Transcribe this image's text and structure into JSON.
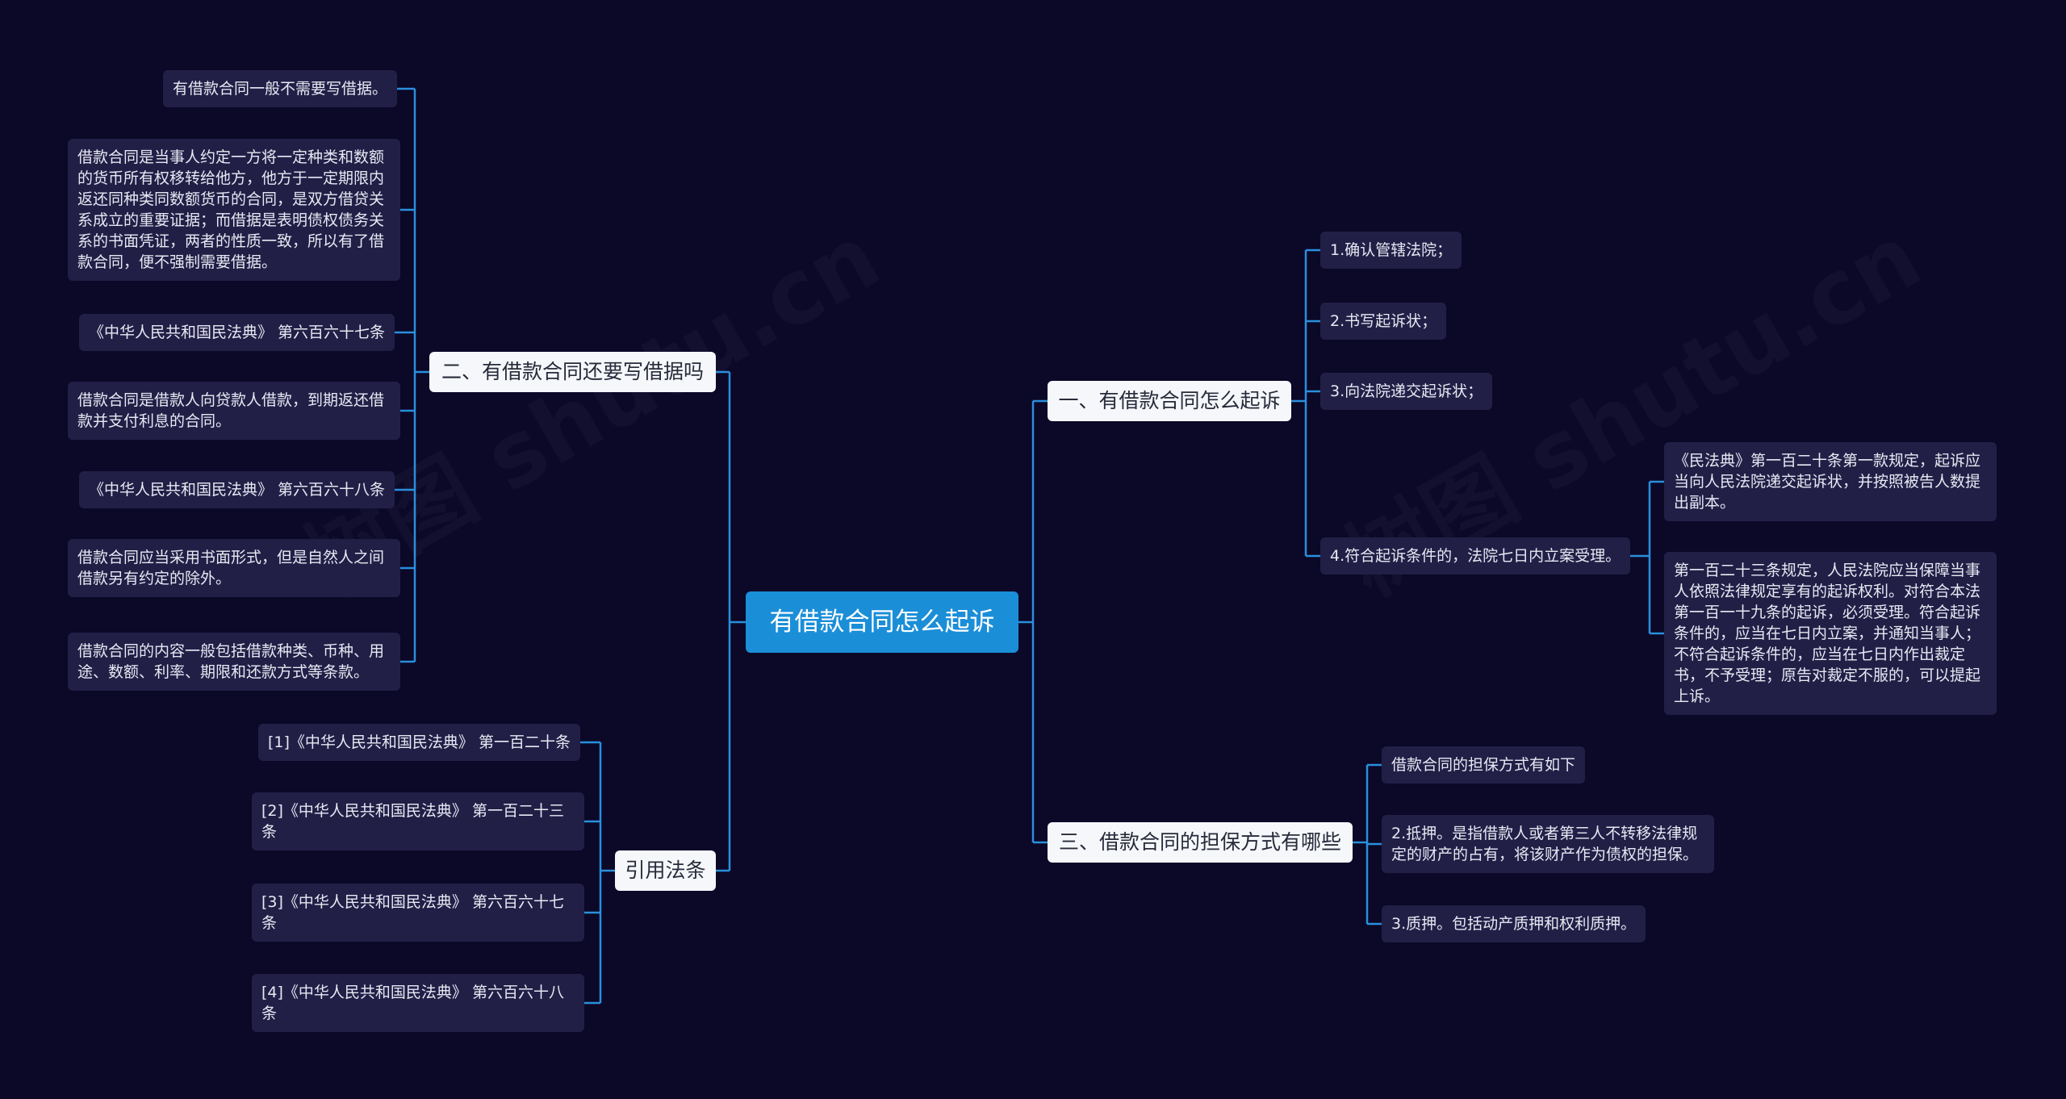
{
  "watermark": "树图 shutu.cn",
  "root": {
    "label": "有借款合同怎么起诉"
  },
  "branches": {
    "b1": {
      "label": "一、有借款合同怎么起诉",
      "children": [
        "1.确认管辖法院；",
        "2.书写起诉状；",
        "3.向法院递交起诉状；",
        "4.符合起诉条件的，法院七日内立案受理。"
      ],
      "sub": [
        "《民法典》第一百二十条第一款规定，起诉应当向人民法院递交起诉状，并按照被告人数提出副本。",
        "第一百二十三条规定，人民法院应当保障当事人依照法律规定享有的起诉权利。对符合本法第一百一十九条的起诉，必须受理。符合起诉条件的，应当在七日内立案，并通知当事人；不符合起诉条件的，应当在七日内作出裁定书，不予受理；原告对裁定不服的，可以提起上诉。"
      ]
    },
    "b2": {
      "label": "二、有借款合同还要写借据吗",
      "children": [
        "有借款合同一般不需要写借据。",
        "借款合同是当事人约定一方将一定种类和数额的货币所有权移转给他方，他方于一定期限内返还同种类同数额货币的合同，是双方借贷关系成立的重要证据；而借据是表明债权债务关系的书面凭证，两者的性质一致，所以有了借款合同，便不强制需要借据。",
        "《中华人民共和国民法典》 第六百六十七条",
        "借款合同是借款人向贷款人借款，到期返还借款并支付利息的合同。",
        "《中华人民共和国民法典》 第六百六十八条",
        "借款合同应当采用书面形式，但是自然人之间借款另有约定的除外。",
        "借款合同的内容一般包括借款种类、币种、用途、数额、利率、期限和还款方式等条款。"
      ]
    },
    "b3": {
      "label": "三、借款合同的担保方式有哪些",
      "children": [
        "借款合同的担保方式有如下",
        "2.抵押。是指借款人或者第三人不转移法律规定的财产的占有，将该财产作为债权的担保。",
        "3.质押。包括动产质押和权利质押。"
      ]
    },
    "b4": {
      "label": "引用法条",
      "children": [
        "[1]《中华人民共和国民法典》 第一百二十条",
        "[2]《中华人民共和国民法典》 第一百二十三条",
        "[3]《中华人民共和国民法典》 第六百六十七条",
        "[4]《中华人民共和国民法典》 第六百六十八条"
      ]
    }
  },
  "colors": {
    "background": "#0b0828",
    "root": "#1b8ed8",
    "branch": "#f5f7fa",
    "leaf": "#221f47",
    "line": "#2a8fdc"
  }
}
